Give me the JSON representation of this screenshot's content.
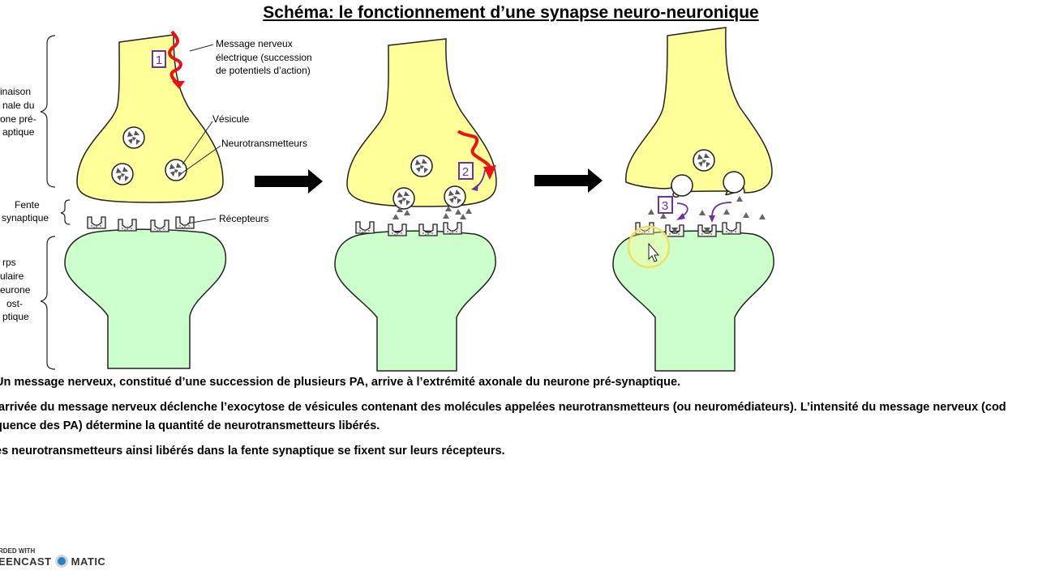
{
  "title": "Schéma: le fonctionnement d’une synapse neuro-neuronique",
  "labels": {
    "message_line1": "Message nerveux",
    "message_line2": "électrique (succession",
    "message_line3": "de potentiels d’action)",
    "vesicule": "Vésicule",
    "neurotransmetteurs": "Neurotransmetteurs",
    "recepteurs": "Récepteurs",
    "terminaison": [
      "inaison",
      "nale du",
      "one pré-",
      "aptique"
    ],
    "fente": [
      "Fente",
      "synaptique"
    ],
    "corps": [
      "rps",
      "ulaire",
      "eurone",
      "ost-",
      "ptique"
    ],
    "step1": "1",
    "step2": "2",
    "step3": "3"
  },
  "paragraphs": {
    "p1": "Un message nerveux, constitué d’une succession de plusieurs PA, arrive à l’extrémité axonale du neurone pré-synaptique.",
    "p2_line1": "’arrivée du message nerveux déclenche l’exocytose de vésicules contenant des molécules appelées neurotransmetteurs (ou neuromédiateurs). L’intensité du message nerveux (cod",
    "p2_line2": "quence des PA) détermine la quantité de neurotransmetteurs libérés.",
    "p3": "es neurotransmetteurs ainsi libérés dans la fente synaptique se fixent sur leurs récepteurs."
  },
  "watermark": {
    "line1": "RDED WITH",
    "line2": "EENCAST",
    "line3": "MATIC"
  },
  "colors": {
    "presynaptic": "#ffff99",
    "postsynaptic": "#ccffcc",
    "signal": "#ee1111",
    "step_box": "#7030a0",
    "arrow": "#000000",
    "cursor_highlight": "#ffff66"
  }
}
